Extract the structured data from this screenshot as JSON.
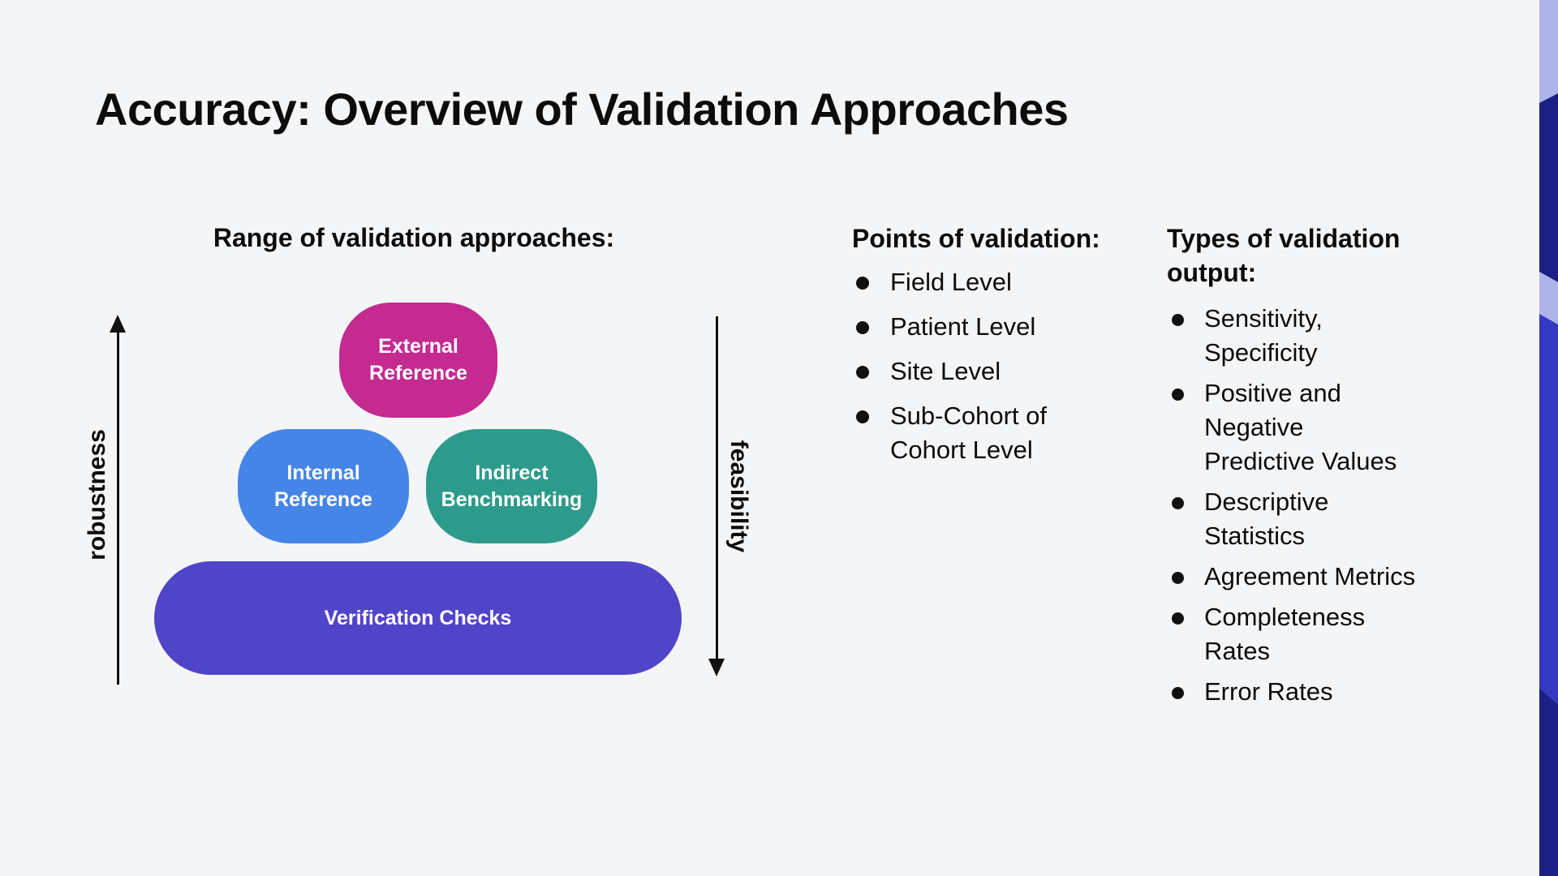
{
  "slide": {
    "title": "Accuracy: Overview of Validation Approaches",
    "background_color": "#F4F5F7"
  },
  "diagram": {
    "heading": "Range of validation approaches:",
    "axis_left": {
      "label": "robustness",
      "direction": "up"
    },
    "axis_right": {
      "label": "feasibility",
      "direction": "down"
    },
    "nodes": [
      {
        "id": "external-reference",
        "label": "External\nReference",
        "color": "#C42A90"
      },
      {
        "id": "internal-reference",
        "label": "Internal\nReference",
        "color": "#4585E8"
      },
      {
        "id": "indirect-benchmarking",
        "label": "Indirect\nBenchmarking",
        "color": "#2D9B8B"
      },
      {
        "id": "verification-checks",
        "label": "Verification Checks",
        "color": "#5045C8"
      }
    ]
  },
  "points_of_validation": {
    "heading": "Points of validation:",
    "items": [
      "Field Level",
      "Patient Level",
      "Site Level",
      "Sub-Cohort of\nCohort Level"
    ]
  },
  "types_of_validation_output": {
    "heading": "Types of validation\noutput:",
    "items": [
      "Sensitivity,\nSpecificity",
      "Positive and\nNegative\nPredictive Values",
      "Descriptive\nStatistics",
      "Agreement Metrics",
      "Completeness\nRates",
      "Error Rates"
    ]
  },
  "decoration": {
    "stripe_colors": {
      "light": "#AEB4E9",
      "navy": "#1B2087",
      "royal": "#3439C4"
    }
  }
}
